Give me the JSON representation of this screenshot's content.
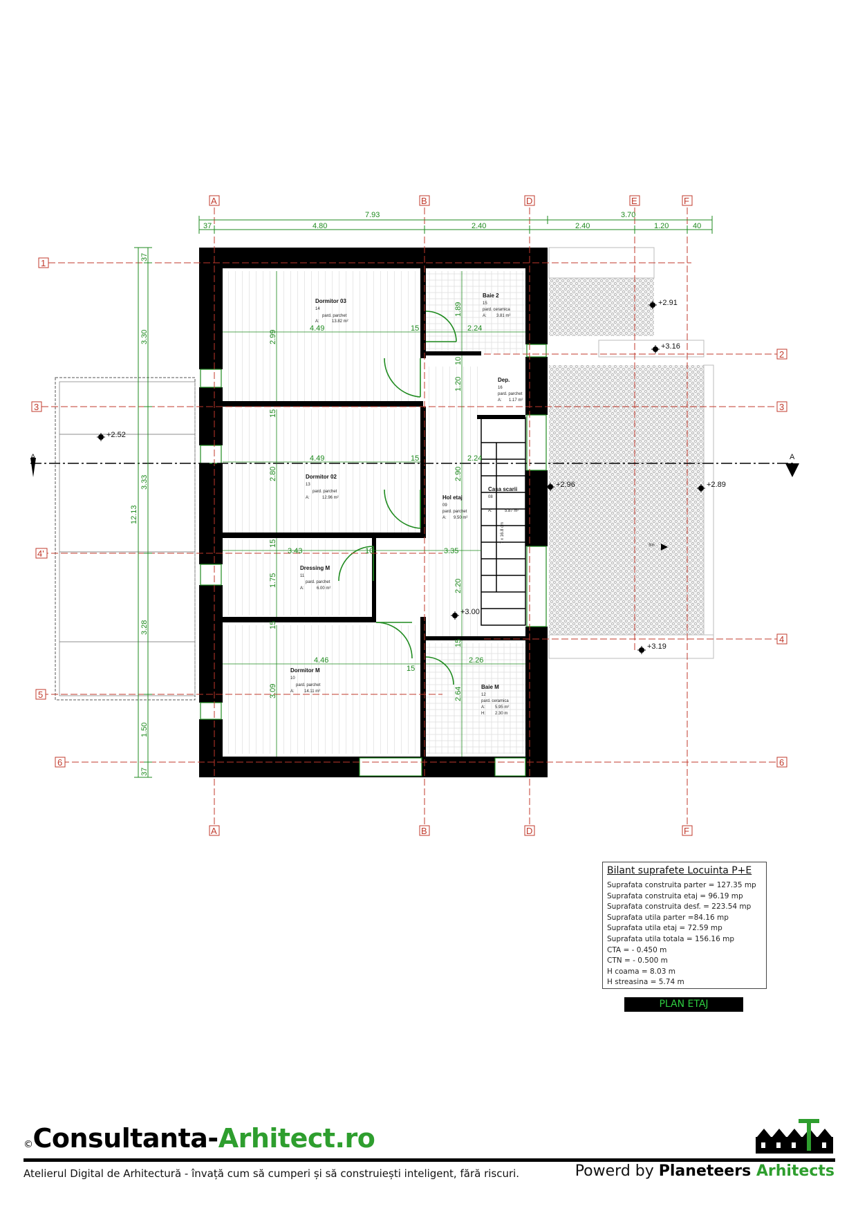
{
  "grid": {
    "columns": [
      "A",
      "B",
      "D",
      "E",
      "F"
    ],
    "rows": [
      "1",
      "2",
      "3",
      "4'",
      "4",
      "5",
      "6"
    ],
    "section": "A"
  },
  "dimensions": {
    "top_total": "7.93",
    "top_right": "3.70",
    "top_segments": [
      "37",
      "4.80",
      "2.40",
      "2.40",
      "1.20",
      "40"
    ],
    "left_total": "12.13",
    "left_segments": [
      "37",
      "3.30",
      "3.33",
      "3.28",
      "1.50",
      "37"
    ]
  },
  "rooms": [
    {
      "name": "Dormitor 03",
      "num": "14",
      "finish": "pard. parchet",
      "area_label": "A:",
      "area": "13.82 m²"
    },
    {
      "name": "Baie 2",
      "num": "15",
      "finish": "pard. ceramica",
      "area_label": "A:",
      "area": "3.81 m²"
    },
    {
      "name": "Dep.",
      "num": "16",
      "finish": "pard. parchet",
      "area_label": "A:",
      "area": "1.17 m²"
    },
    {
      "name": "Dormitor 02",
      "num": "13",
      "finish": "pard. parchet",
      "area_label": "A:",
      "area": "12.96 m²"
    },
    {
      "name": "Casa scarii",
      "num": "08",
      "finish": "",
      "area_label": "A:",
      "area": "5.87 m²"
    },
    {
      "name": "Hol etaj",
      "num": "09",
      "finish": "pard. parchet",
      "area_label": "A:",
      "area": "9.50 m²"
    },
    {
      "name": "Dressing M",
      "num": "11",
      "finish": "pard. parchet",
      "area_label": "A:",
      "area": "6.00 m²"
    },
    {
      "name": "Dormitor M",
      "num": "10",
      "finish": "pard. parchet",
      "area_label": "A:",
      "area": "14.11 m²"
    },
    {
      "name": "Baie M",
      "num": "12",
      "finish": "pard. ceramica",
      "area_label": "A:",
      "area": "5.95 m²",
      "height_label": "H:",
      "height": "2.30 m"
    }
  ],
  "inner_dims": [
    "4.49",
    "2.99",
    "15",
    "1.89",
    "2.24",
    "10",
    "1.20",
    "15",
    "4.49",
    "2.80",
    "15",
    "2.90",
    "2.24",
    "15",
    "3.43",
    "10",
    "3.35",
    "1.75",
    "2.20",
    "15",
    "4.46",
    "15",
    "2.26",
    "15",
    "3.09",
    "2.64"
  ],
  "levels": [
    "+2.91",
    "+3.16",
    "+2.52",
    "+2.96",
    "+2.89",
    "+3.00",
    "+3.19"
  ],
  "slope": "3%",
  "stair_note": "7 x 16.8 cm",
  "bilant": {
    "title": "Bilant suprafete Locuinta P+E",
    "lines": [
      "Suprafata construita parter = 127.35 mp",
      "Suprafata construita etaj = 96.19 mp",
      "Suprafata construita desf. = 223.54 mp",
      "Suprafata utila parter =84.16  mp",
      "Suprafata utila etaj = 72.59 mp",
      "Suprafata utila totala = 156.16  mp",
      "CTA = - 0.450 m",
      "CTN = - 0.500 m",
      "H coama = 8.03 m",
      "H streasina = 5.74 m"
    ]
  },
  "plan_label": "PLAN ETAJ",
  "footer": {
    "copyright": "©",
    "brand_black": "Consultanta-",
    "brand_green": "Arhitect.ro",
    "tagline": "Atelierul Digital de Arhitectură - învață cum să cumperi și să construiești inteligent, fără riscuri.",
    "powered_prefix": "Powerd by ",
    "powered_black": "Planeteers",
    "powered_green": " Arhitects"
  },
  "colors": {
    "grid_red": "#c0392b",
    "dim_green": "#1e8a1e",
    "wall": "#000000",
    "brand_green": "#2e9e2e"
  }
}
